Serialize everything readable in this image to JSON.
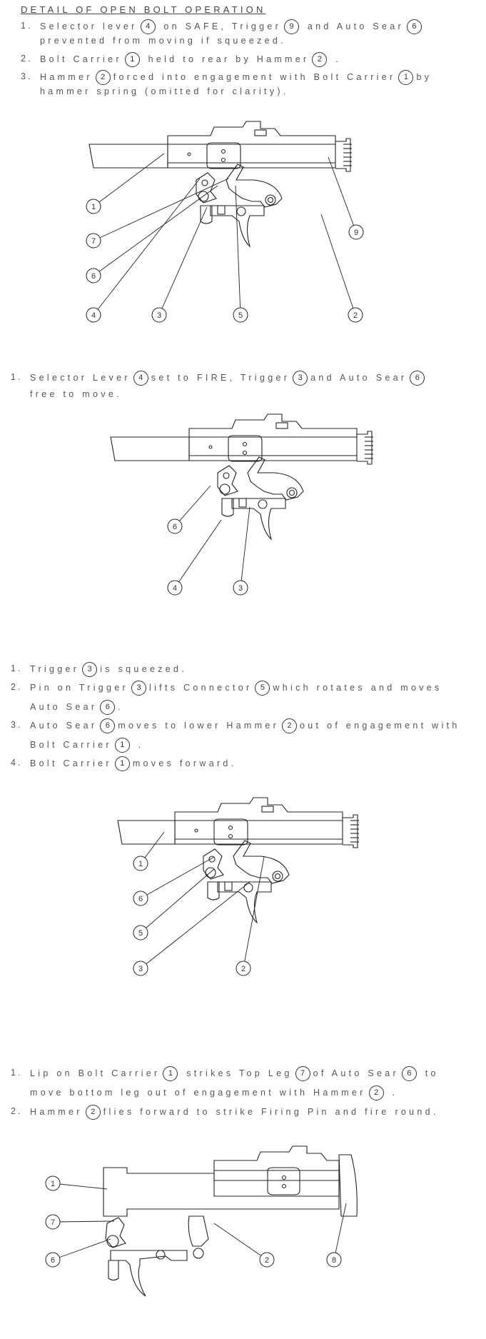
{
  "title": "DETAIL OF OPEN BOLT OPERATION",
  "sections": [
    {
      "steps": [
        {
          "number": "1.",
          "lines": [
            [
              {
                "t": "Selector lever"
              },
              {
                "r": "4"
              },
              {
                "t": " on SAFE, Trigger"
              },
              {
                "r": "9"
              },
              {
                "t": " and Auto Sear"
              },
              {
                "r": "6"
              }
            ],
            [
              {
                "t": "prevented from moving if squeezed."
              }
            ]
          ]
        },
        {
          "number": "2.",
          "lines": [
            [
              {
                "t": "Bolt Carrier"
              },
              {
                "r": "1"
              },
              {
                "t": " held to rear by Hammer"
              },
              {
                "r": "2"
              },
              {
                "t": " ."
              }
            ]
          ]
        },
        {
          "number": "3.",
          "lines": [
            [
              {
                "t": "Hammer"
              },
              {
                "r": "2"
              },
              {
                "t": "forced into engagement with Bolt Carrier"
              },
              {
                "r": "1"
              },
              {
                "t": "by"
              }
            ],
            [
              {
                "t": "hammer spring (omitted for clarity)."
              }
            ]
          ]
        }
      ],
      "callouts": [
        "1",
        "7",
        "6",
        "4",
        "3",
        "5",
        "2",
        "9"
      ]
    },
    {
      "steps": [
        {
          "number": "1.",
          "lines": [
            [
              {
                "t": "Selector Lever"
              },
              {
                "r": "4"
              },
              {
                "t": "set to FIRE, Trigger"
              },
              {
                "r": "3"
              },
              {
                "t": "and Auto Sear"
              },
              {
                "r": "6"
              }
            ],
            [
              {
                "t": "free to move."
              }
            ]
          ]
        }
      ],
      "callouts": [
        "6",
        "4",
        "3"
      ]
    },
    {
      "steps": [
        {
          "number": "1.",
          "lines": [
            [
              {
                "t": "Trigger"
              },
              {
                "r": "3"
              },
              {
                "t": "is squeezed."
              }
            ]
          ]
        },
        {
          "number": "2.",
          "lines": [
            [
              {
                "t": "Pin on Trigger"
              },
              {
                "r": "3"
              },
              {
                "t": "lifts Connector"
              },
              {
                "r": "5"
              },
              {
                "t": "which rotates and moves"
              }
            ],
            [
              {
                "t": "Auto Sear"
              },
              {
                "r": "6"
              },
              {
                "t": "."
              }
            ]
          ]
        },
        {
          "number": "3.",
          "lines": [
            [
              {
                "t": "Auto Sear"
              },
              {
                "r": "6"
              },
              {
                "t": "moves to lower Hammer"
              },
              {
                "r": "2"
              },
              {
                "t": "out of engagement with"
              }
            ],
            [
              {
                "t": "Bolt Carrier"
              },
              {
                "r": "1"
              },
              {
                "t": " ."
              }
            ]
          ]
        },
        {
          "number": "4.",
          "lines": [
            [
              {
                "t": "Bolt Carrier"
              },
              {
                "r": "1"
              },
              {
                "t": "moves forward."
              }
            ]
          ]
        }
      ],
      "callouts": [
        "1",
        "6",
        "5",
        "3",
        "2"
      ]
    },
    {
      "steps": [
        {
          "number": "1.",
          "lines": [
            [
              {
                "t": "Lip on Bolt Carrier"
              },
              {
                "r": "1"
              },
              {
                "t": " strikes Top Leg"
              },
              {
                "r": "7"
              },
              {
                "t": "of Auto Sear"
              },
              {
                "r": "6"
              },
              {
                "t": " to"
              }
            ],
            [
              {
                "t": "move bottom leg out of engagement with Hammer"
              },
              {
                "r": "2"
              },
              {
                "t": " ."
              }
            ]
          ]
        },
        {
          "number": "2.",
          "lines": [
            [
              {
                "t": "Hammer"
              },
              {
                "r": "2"
              },
              {
                "t": "flies forward to strike Firing Pin and fire round."
              }
            ]
          ]
        }
      ],
      "callouts": [
        "1",
        "7",
        "6",
        "2",
        "8"
      ]
    }
  ]
}
